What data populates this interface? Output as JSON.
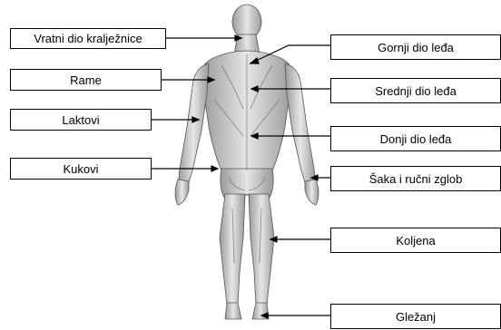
{
  "diagram": {
    "labels": {
      "neck": "Vratni dio kralježnice",
      "shoulders": "Rame",
      "elbows": "Laktovi",
      "hips": "Kukovi",
      "upper_back": "Gornji dio leđa",
      "middle_back": "Srednji dio leđa",
      "lower_back": "Donji dio leđa",
      "wrist": "Šaka i ručni zglob",
      "knees": "Koljena",
      "ankle": "Gležanj"
    },
    "colors": {
      "border": "#000000",
      "text": "#000000",
      "figure": "#c8c8c8",
      "muscle": "#8a8a8a"
    }
  }
}
